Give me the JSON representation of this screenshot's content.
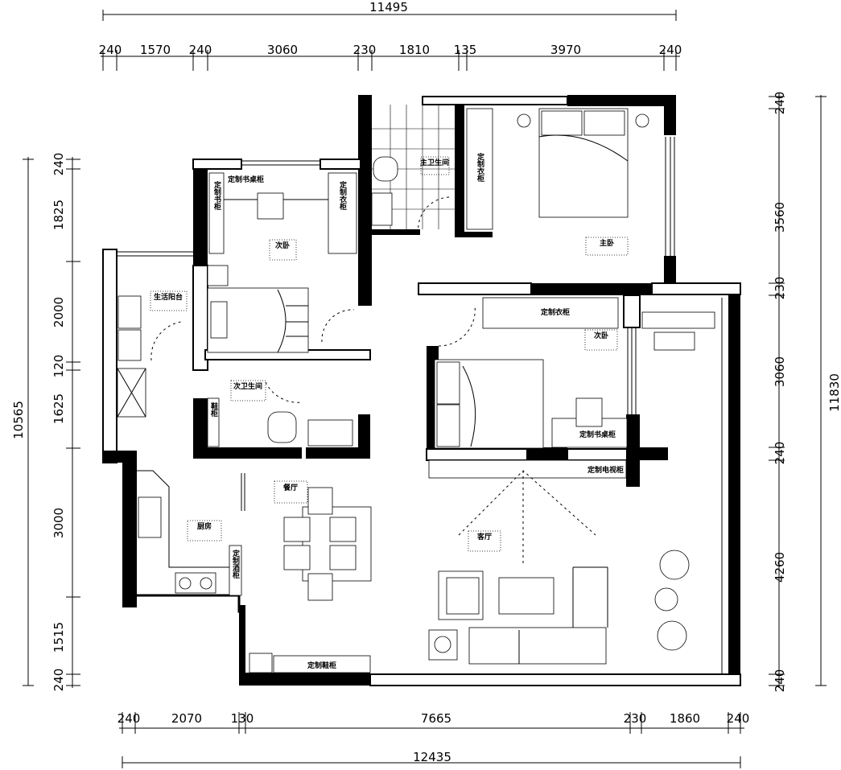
{
  "dimensions": {
    "top_total": "11495",
    "top_segments": [
      "240",
      "1570",
      "240",
      "3060",
      "230",
      "1810",
      "135",
      "3970",
      "240"
    ],
    "bottom_total": "12435",
    "bottom_segments": [
      "240",
      "2070",
      "130",
      "7665",
      "230",
      "1860",
      "240"
    ],
    "left_total": "10565",
    "left_segments": [
      "240",
      "1825",
      "2000",
      "120",
      "1625",
      "3000",
      "1515",
      "240"
    ],
    "right_total": "11830",
    "right_segments": [
      "240",
      "3560",
      "230",
      "3060",
      "240",
      "4260",
      "240"
    ]
  },
  "rooms": {
    "master_bath": "主卫生间",
    "master_bedroom": "主卧",
    "second_bedroom_a": "次卧",
    "second_bedroom_b": "次卧",
    "balcony": "生活阳台",
    "second_bath": "次卫生间",
    "dining": "餐厅",
    "kitchen": "厨房",
    "living": "客厅"
  },
  "furniture": {
    "desk_cabinet_a": "定制书桌柜",
    "bookcase": "定制书柜",
    "wardrobe_a": "定制衣柜",
    "wardrobe_master": "定制衣柜",
    "wardrobe_b": "定制衣柜",
    "desk_cabinet_b": "定制书桌柜",
    "tv_cabinet": "定制电视柜",
    "wine_cabinet": "定制酒柜",
    "shoe_cabinet": "定制鞋柜",
    "storage": "鞋柜"
  }
}
